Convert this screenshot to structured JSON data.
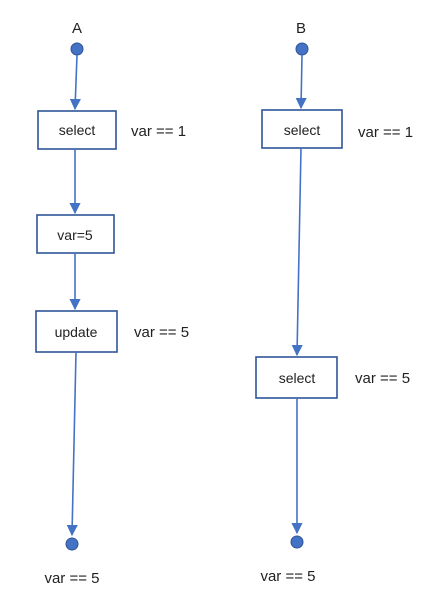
{
  "colors": {
    "line": "#4472C4",
    "box_border": "#2F5597",
    "node_fill": "#4472C4",
    "node_stroke": "#2F5597",
    "text": "#222222"
  },
  "lanes": [
    {
      "id": "a",
      "title": "A",
      "steps": [
        {
          "label": "select",
          "note": "var == 1"
        },
        {
          "label": "var=5",
          "note": ""
        },
        {
          "label": "update",
          "note": "var == 5"
        }
      ],
      "end_note": "var == 5"
    },
    {
      "id": "b",
      "title": "B",
      "steps": [
        {
          "label": "select",
          "note": "var == 1"
        },
        {
          "label": "select",
          "note": "var == 5"
        }
      ],
      "end_note": "var == 5"
    }
  ]
}
